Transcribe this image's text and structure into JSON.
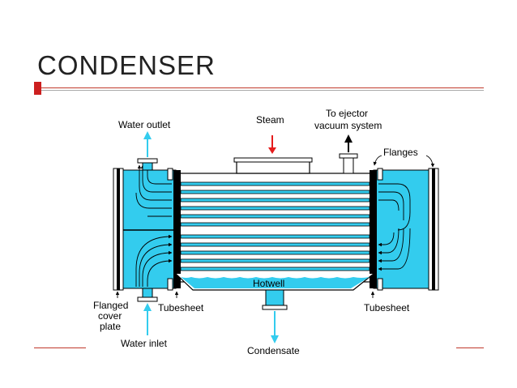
{
  "slide": {
    "title": "CONDENSER",
    "colors": {
      "accent_red": "#cc1f1f",
      "water": "#33ccee",
      "tubesheet": "#000000"
    }
  },
  "diagram": {
    "labels": {
      "water_outlet": "Water outlet",
      "steam": "Steam",
      "ejector_line1": "To ejector",
      "ejector_line2": "vacuum system",
      "flanges": "Flanges",
      "hotwell": "Hotwell",
      "flanged_line1": "Flanged",
      "flanged_line2": "cover",
      "flanged_line3": "plate",
      "tubesheet_left": "Tubesheet",
      "tubesheet_right": "Tubesheet",
      "water_inlet": "Water inlet",
      "condensate": "Condensate"
    }
  }
}
